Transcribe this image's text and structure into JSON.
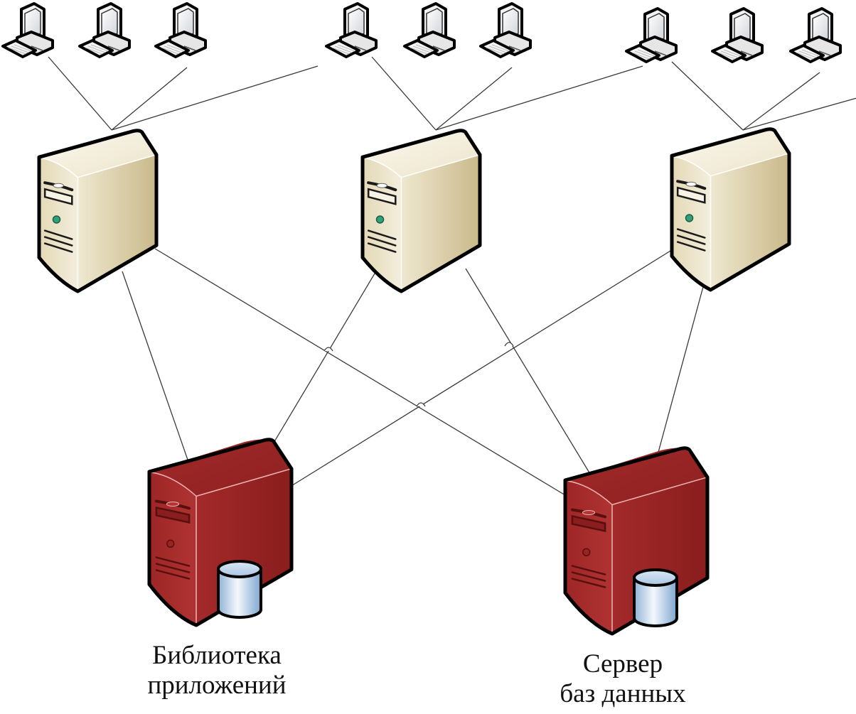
{
  "diagram": {
    "title": "Network architecture: workstations, application servers, application library and database server",
    "colors": {
      "link": "#3a3a3a",
      "app_server_front": "#e9e1c6",
      "app_server_side": "#d6c9a0",
      "app_server_top": "#f4efde",
      "storage_server_front": "#a52a2a",
      "storage_server_side": "#8e1f1f",
      "storage_server_top": "#9b2424",
      "db_cylinder": "#bcd6ee",
      "led": "#2fa07a"
    },
    "nodes": {
      "workstation_groups": [
        {
          "id": "group-left",
          "count": 3,
          "uplink": "server-left"
        },
        {
          "id": "group-center",
          "count": 3,
          "uplink": "server-center"
        },
        {
          "id": "group-right",
          "count": 3,
          "uplink": "server-right"
        }
      ],
      "app_servers": [
        {
          "id": "server-left",
          "type": "application-server"
        },
        {
          "id": "server-center",
          "type": "application-server"
        },
        {
          "id": "server-right",
          "type": "application-server"
        }
      ],
      "storage_servers": [
        {
          "id": "library",
          "type": "application-library",
          "label_lines": [
            "Библиотека",
            "приложений"
          ]
        },
        {
          "id": "dbserver",
          "type": "database-server",
          "label_lines": [
            "Сервер",
            "баз данных"
          ]
        }
      ]
    },
    "links": [
      [
        "server-left",
        "library"
      ],
      [
        "server-left",
        "dbserver"
      ],
      [
        "server-center",
        "library"
      ],
      [
        "server-center",
        "dbserver"
      ],
      [
        "server-right",
        "library"
      ],
      [
        "server-right",
        "dbserver"
      ]
    ]
  }
}
